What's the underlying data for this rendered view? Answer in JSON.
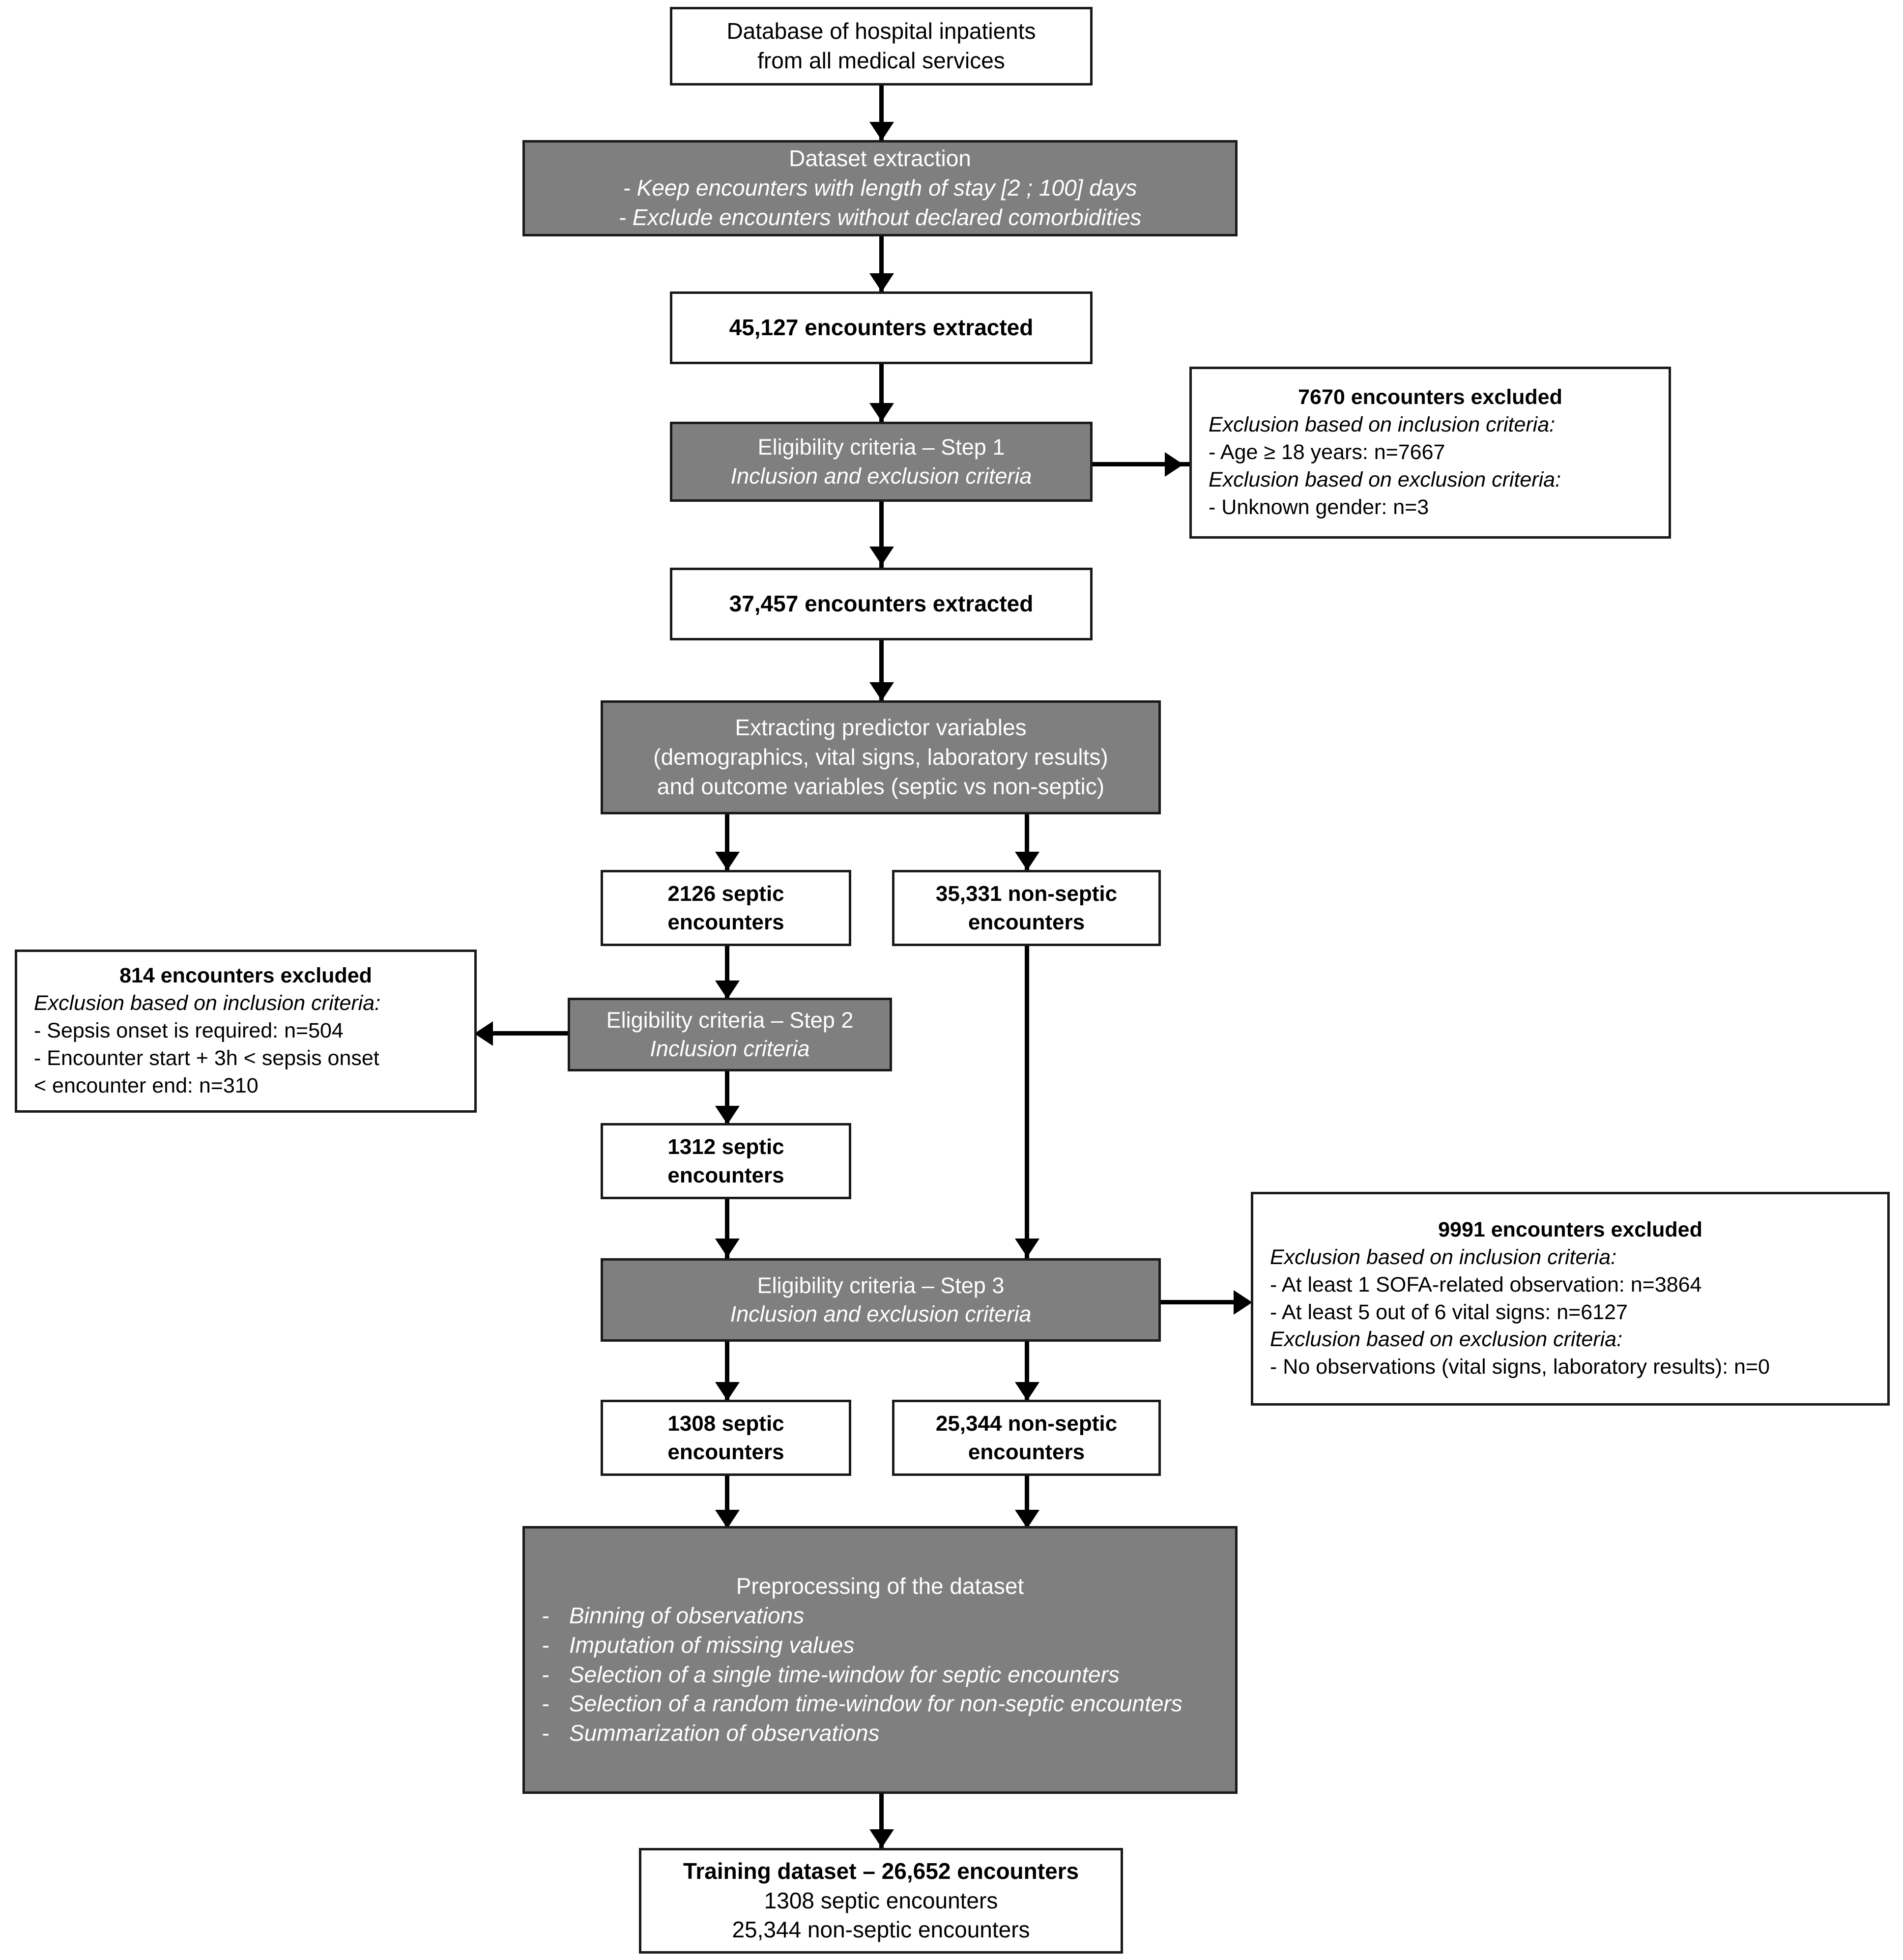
{
  "theme": {
    "process_fill": "#7f7f7f",
    "process_text": "#ffffff",
    "node_fill": "#ffffff",
    "node_text": "#000000",
    "border": "#1a1a1a",
    "connector": "#000000"
  },
  "nodes": {
    "source": {
      "line1": "Database of hospital inpatients",
      "line2": "from all medical services"
    },
    "dataset_extraction": {
      "title": "Dataset extraction",
      "rule1": "- Keep encounters with length of stay [2 ; 100] days",
      "rule2": "- Exclude encounters without declared comorbidities"
    },
    "extracted_45127": {
      "label": "45,127 encounters extracted"
    },
    "eligibility_step1": {
      "title": "Eligibility criteria – Step 1",
      "subtitle": "Inclusion and exclusion criteria"
    },
    "excluded_7670": {
      "title": "7670 encounters excluded",
      "heading_inclusion": "Exclusion based on inclusion criteria:",
      "item_age": "- Age ≥ 18 years: n=7667",
      "heading_exclusion": "Exclusion based on exclusion criteria:",
      "item_gender": "- Unknown gender: n=3"
    },
    "extracted_37457": {
      "label": "37,457 encounters extracted"
    },
    "extracting_variables": {
      "line1": "Extracting predictor variables",
      "line2": "(demographics, vital signs, laboratory results)",
      "line3": "and outcome variables (septic vs non-septic)"
    },
    "septic_2126": {
      "line1": "2126 septic",
      "line2": "encounters"
    },
    "nonseptic_35331": {
      "line1": "35,331 non-septic",
      "line2": "encounters"
    },
    "excluded_814": {
      "title": "814 encounters excluded",
      "heading_inclusion": "Exclusion based on inclusion criteria:",
      "item_onset": "- Sepsis onset is required: n=504",
      "item_window_line1": "- Encounter start + 3h < sepsis onset",
      "item_window_line2": "< encounter end: n=310"
    },
    "eligibility_step2": {
      "title": "Eligibility criteria – Step 2",
      "subtitle": "Inclusion criteria"
    },
    "septic_1312": {
      "line1": "1312 septic",
      "line2": "encounters"
    },
    "eligibility_step3": {
      "title": "Eligibility criteria – Step 3",
      "subtitle": "Inclusion and exclusion criteria"
    },
    "excluded_9991": {
      "title": "9991 encounters excluded",
      "heading_inclusion": "Exclusion based on inclusion criteria:",
      "item_sofa": "- At least 1 SOFA-related observation: n=3864",
      "item_vitals": "- At least 5 out of 6 vital signs: n=6127",
      "heading_exclusion": "Exclusion based on exclusion criteria:",
      "item_noobs": "- No observations (vital signs, laboratory results): n=0"
    },
    "septic_1308": {
      "line1": "1308 septic",
      "line2": "encounters"
    },
    "nonseptic_25344": {
      "line1": "25,344 non-septic",
      "line2": "encounters"
    },
    "preprocessing": {
      "title": "Preprocessing of the dataset",
      "bullet_mark": "-",
      "items": [
        "Binning of observations",
        "Imputation of missing values",
        "Selection of a single time-window for septic encounters",
        "Selection of a random time-window for non-septic encounters",
        "Summarization of observations"
      ]
    },
    "training_dataset": {
      "title": "Training dataset – 26,652 encounters",
      "line2": "1308 septic encounters",
      "line3": "25,344 non-septic encounters"
    }
  }
}
